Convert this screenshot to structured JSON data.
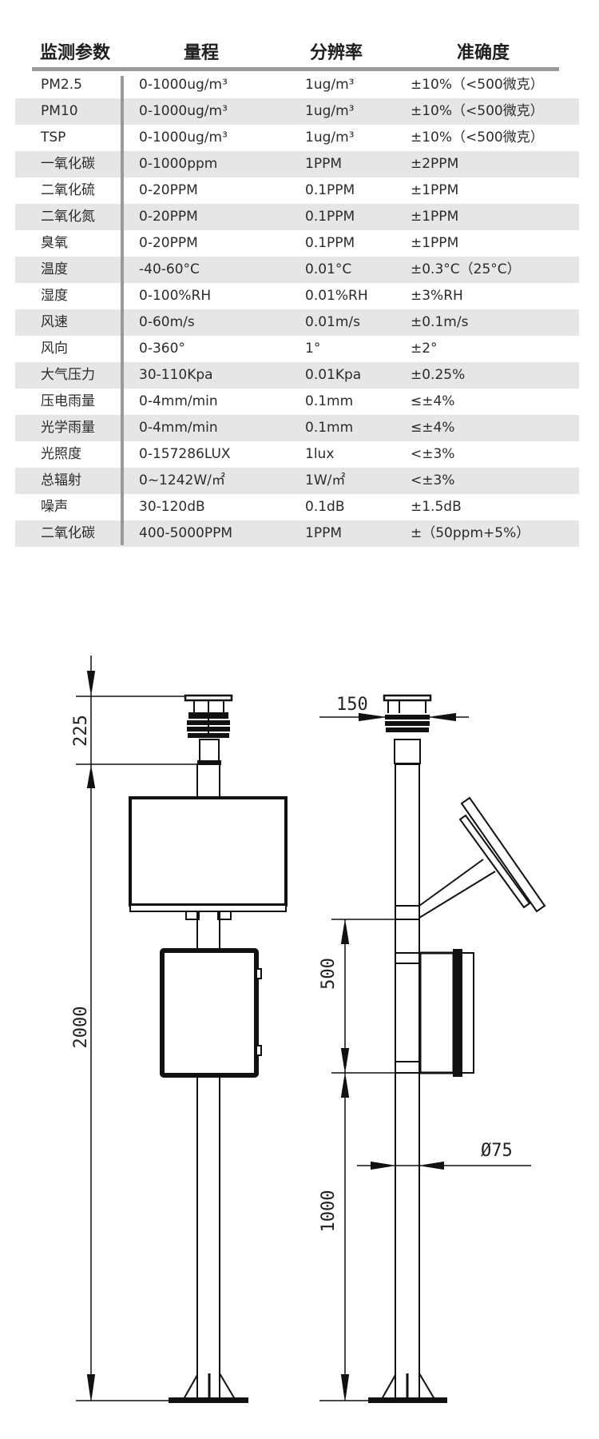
{
  "table": {
    "headers": [
      "监测参数",
      "量程",
      "分辨率",
      "准确度"
    ],
    "rows": [
      [
        "PM2.5",
        "0-1000ug/m³",
        "1ug/m³",
        "±10%（<500微克）"
      ],
      [
        "PM10",
        "0-1000ug/m³",
        "1ug/m³",
        "±10%（<500微克）"
      ],
      [
        "TSP",
        "0-1000ug/m³",
        "1ug/m³",
        "±10%（<500微克）"
      ],
      [
        "一氧化碳",
        "0-1000ppm",
        "1PPM",
        "±2PPM"
      ],
      [
        "二氧化硫",
        "0-20PPM",
        "0.1PPM",
        "±1PPM"
      ],
      [
        "二氧化氮",
        "0-20PPM",
        "0.1PPM",
        "±1PPM"
      ],
      [
        "臭氧",
        "0-20PPM",
        "0.1PPM",
        "±1PPM"
      ],
      [
        "温度",
        "-40-60°C",
        "0.01°C",
        "±0.3°C（25°C）"
      ],
      [
        "湿度",
        "0-100%RH",
        "0.01%RH",
        "±3%RH"
      ],
      [
        "风速",
        "0-60m/s",
        "0.01m/s",
        "±0.1m/s"
      ],
      [
        "风向",
        "0-360°",
        "1°",
        "±2°"
      ],
      [
        "大气压力",
        "30-110Kpa",
        "0.01Kpa",
        "±0.25%"
      ],
      [
        "压电雨量",
        "0-4mm/min",
        "0.1mm",
        "≤±4%"
      ],
      [
        "光学雨量",
        "0-4mm/min",
        "0.1mm",
        "≤±4%"
      ],
      [
        "光照度",
        "0-157286LUX",
        "1lux",
        "<±3%"
      ],
      [
        "总辐射",
        "0~1242W/㎡",
        "1W/㎡",
        "<±3%"
      ],
      [
        "噪声",
        "30-120dB",
        "0.1dB",
        "±1.5dB"
      ],
      [
        "二氧化碳",
        "400-5000PPM",
        "1PPM",
        "±（50ppm+5%）"
      ]
    ]
  },
  "drawing": {
    "dim_sensor_height": "225",
    "dim_total_height": "2000",
    "dim_sensor_width": "150",
    "dim_box_span": "500",
    "dim_lower_height": "1000",
    "dim_pole_diameter": "Ø75"
  }
}
